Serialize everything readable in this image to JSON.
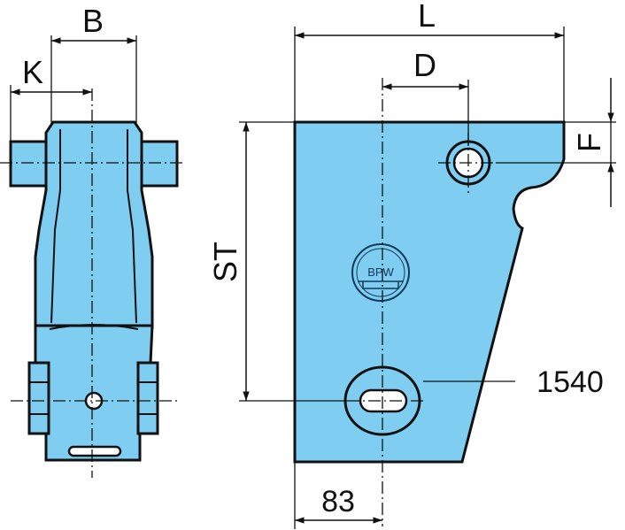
{
  "colors": {
    "fill": "#7fcdf1",
    "outline": "#111111",
    "dim_line": "#111111"
  },
  "side_view": {
    "dim_width_label": "B",
    "dim_offset_label": "K"
  },
  "front_view": {
    "dim_length_label": "L",
    "dim_hole_offset_label": "D",
    "dim_hole_height_label": "F",
    "dim_height_label": "ST",
    "part_number": "1540",
    "dim_bottom_label": "83",
    "logo": "BPW"
  }
}
